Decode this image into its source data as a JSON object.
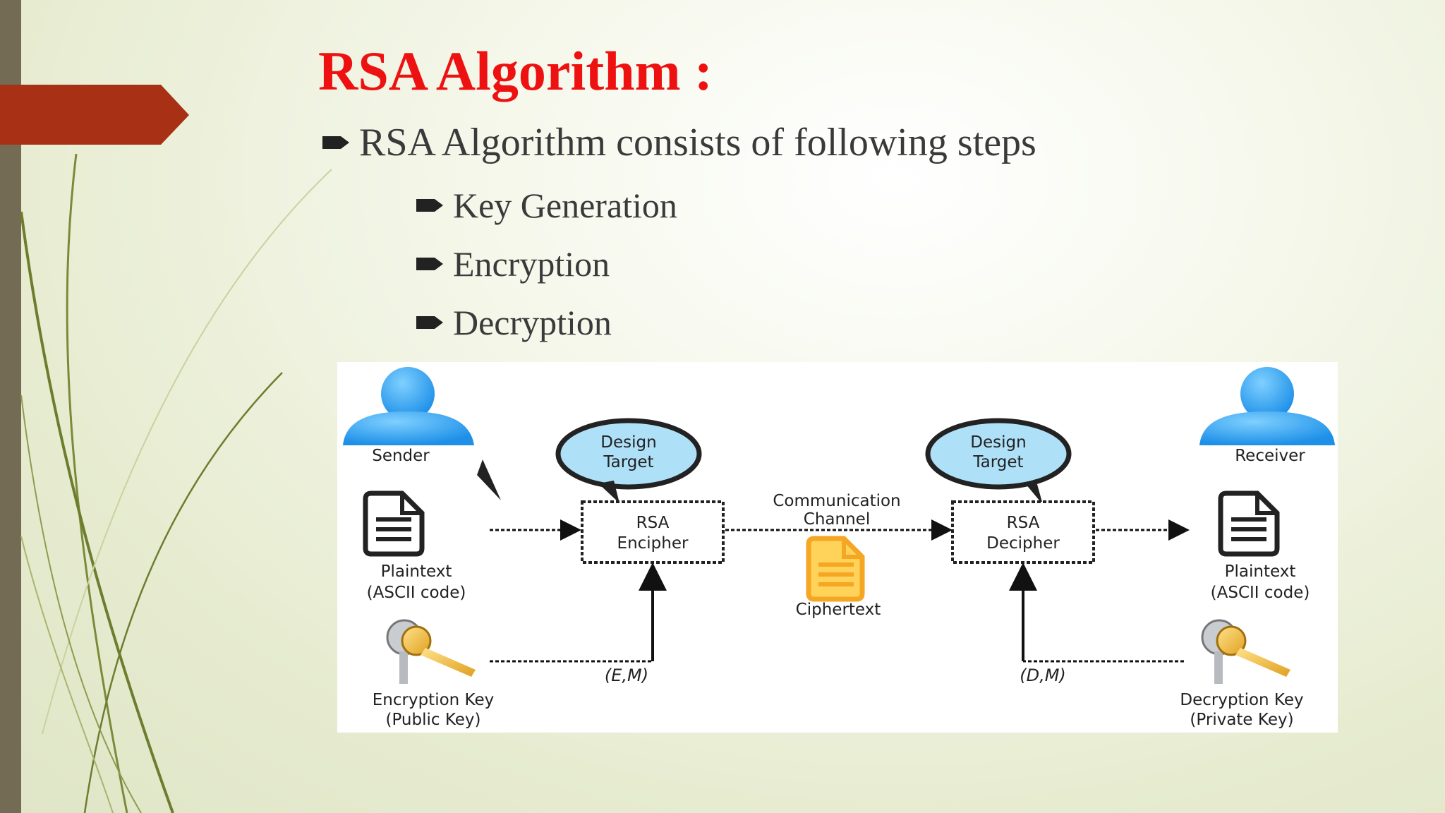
{
  "slide": {
    "title": "RSA Algorithm :",
    "intro": "RSA Algorithm consists of following steps",
    "steps": [
      "Key Generation",
      "Encryption",
      "Decryption"
    ]
  },
  "colors": {
    "title": "#ee1111",
    "accent": "#a83015",
    "left_bar": "#736b53",
    "body_text": "#3a3a3a",
    "person_icon": "#1e90e8",
    "ciphertext_doc": "#f5a623"
  },
  "icons": {
    "bullet": "right-arrow-bullet-icon",
    "person": "person-icon",
    "document": "document-icon",
    "key": "key-icon"
  },
  "diagram": {
    "sender": {
      "label": "Sender",
      "plaintext_line1": "Plaintext",
      "plaintext_line2": "(ASCII code)",
      "key_line1": "Encryption Key",
      "key_line2": "(Public Key)"
    },
    "receiver": {
      "label": "Receiver",
      "plaintext_line1": "Plaintext",
      "plaintext_line2": "(ASCII code)",
      "key_line1": "Decryption Key",
      "key_line2": "(Private Key)"
    },
    "design_target_line1": "Design",
    "design_target_line2": "Target",
    "encipher_line1": "RSA",
    "encipher_line2": "Encipher",
    "decipher_line1": "RSA",
    "decipher_line2": "Decipher",
    "channel_line1": "Communication",
    "channel_line2": "Channel",
    "ciphertext": "Ciphertext",
    "public_key_pair": "(E,M)",
    "private_key_pair": "(D,M)"
  }
}
